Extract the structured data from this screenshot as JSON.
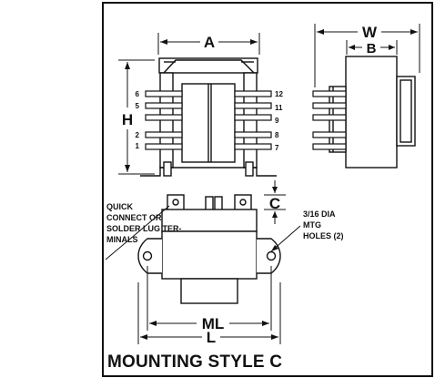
{
  "views": {
    "front": {
      "dim_width": "A",
      "dim_height": "H",
      "left_pins": [
        "6",
        "5",
        "2",
        "1"
      ],
      "right_pins": [
        "12",
        "11",
        "9",
        "8",
        "7"
      ]
    },
    "side": {
      "dim_outer": "W",
      "dim_inner": "B"
    },
    "bottom": {
      "dim_clearance": "C",
      "dim_mount": "ML",
      "dim_length": "L"
    }
  },
  "notes": {
    "terminals": [
      "QUICK",
      "CONNECT OR",
      "SOLDER LUG TER-",
      "MINALS"
    ],
    "holes": [
      "3/16 DIA",
      "MTG",
      "HOLES (2)"
    ]
  },
  "title": "MOUNTING STYLE C"
}
